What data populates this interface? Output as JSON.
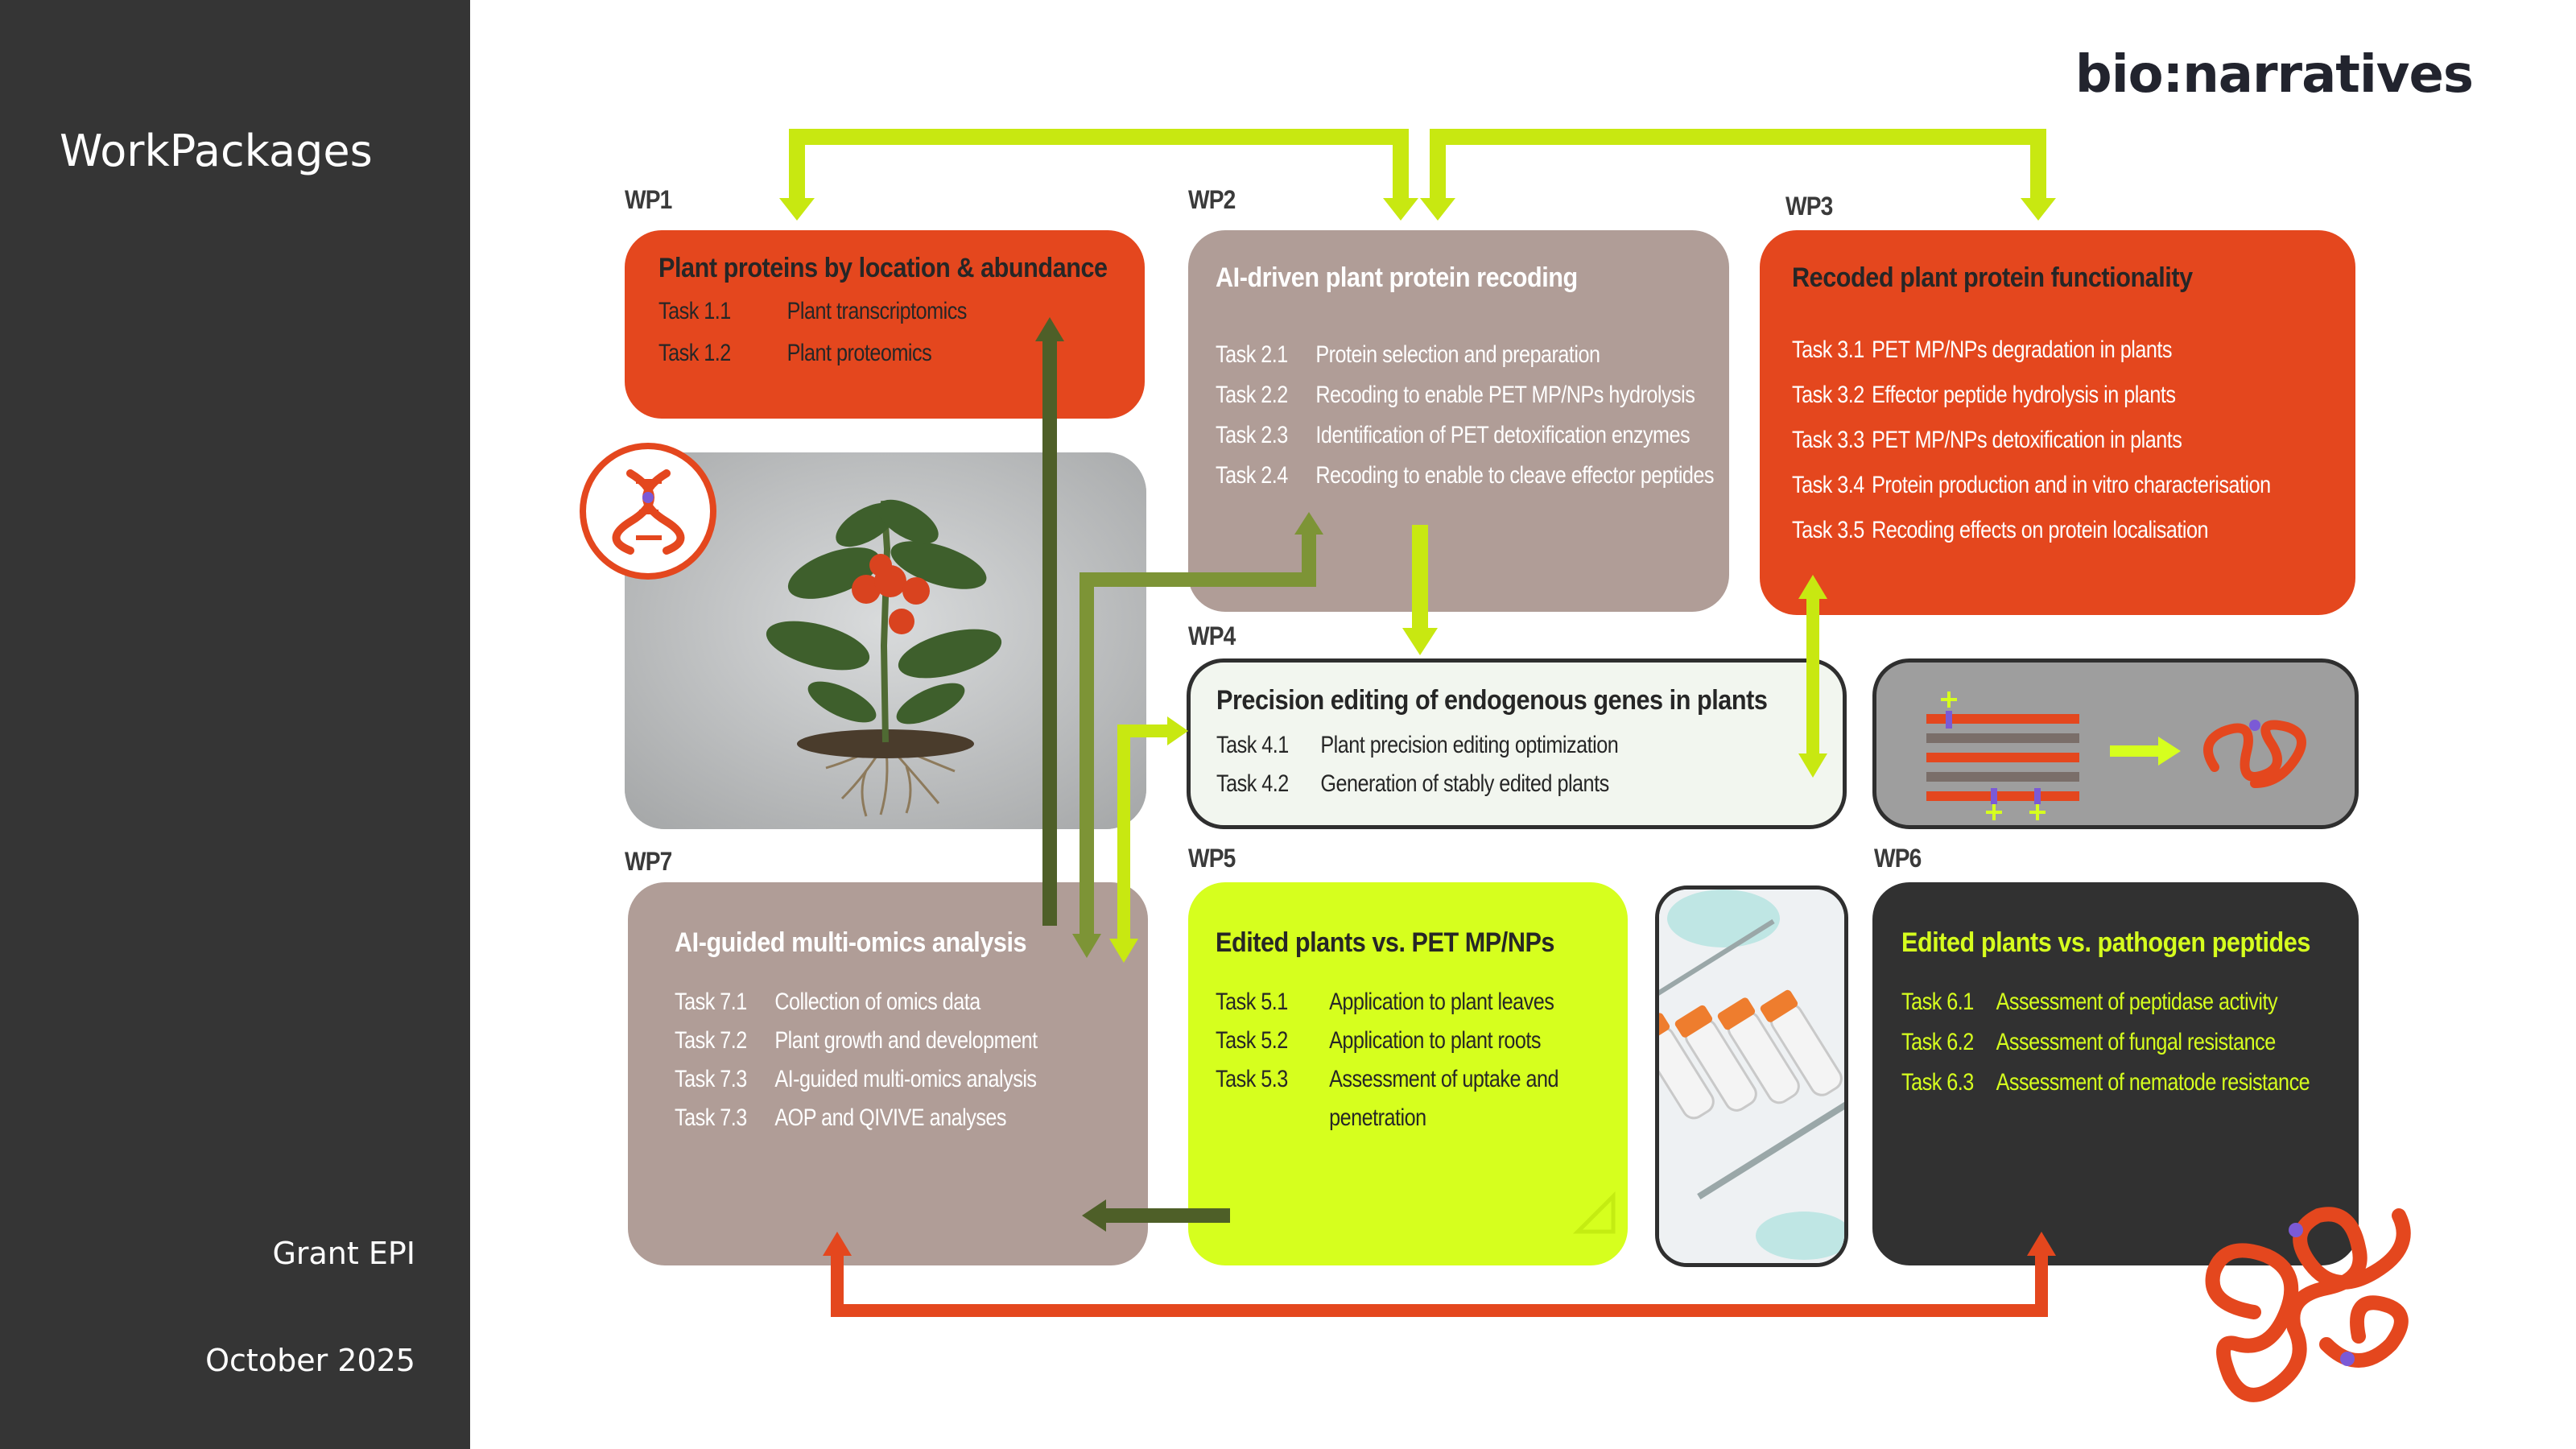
{
  "sidebar": {
    "title": "WorkPackages",
    "grant": "Grant EPI",
    "date": "October 2025"
  },
  "brand": "bio:narratives",
  "colors": {
    "orange": "#e4471e",
    "taupe": "#b09d97",
    "lime": "#d6ff1e",
    "dark": "#313131",
    "arrow_lime": "#c8e811",
    "arrow_olive": "#7d9436",
    "arrow_darkolive": "#4e5f28",
    "arrow_orange": "#e4471e"
  },
  "wp1": {
    "label": "WP1",
    "title": "Plant proteins by location & abundance",
    "tasks": [
      {
        "num": "Task 1.1",
        "text": "Plant transcriptomics"
      },
      {
        "num": "Task 1.2",
        "text": "Plant proteomics"
      }
    ]
  },
  "wp2": {
    "label": "WP2",
    "title": "AI-driven plant protein recoding",
    "tasks": [
      {
        "num": "Task 2.1",
        "text": "Protein selection and  preparation"
      },
      {
        "num": "Task 2.2",
        "text": "Recoding to enable PET MP/NPs hydrolysis"
      },
      {
        "num": "Task 2.3",
        "text": "Identification of PET detoxification enzymes"
      },
      {
        "num": "Task 2.4",
        "text": "Recoding to enable to cleave effector peptides"
      }
    ]
  },
  "wp3": {
    "label": "WP3",
    "title": "Recoded plant protein functionality",
    "tasks": [
      {
        "num": "Task 3.1",
        "text": "PET MP/NPs degradation in plants"
      },
      {
        "num": "Task 3.2",
        "text": "Effector peptide hydrolysis in plants"
      },
      {
        "num": "Task 3.3",
        "text": "PET MP/NPs detoxification in plants"
      },
      {
        "num": "Task 3.4",
        "text": "Protein production and in vitro characterisation"
      },
      {
        "num": "Task 3.5",
        "text": "Recoding effects on protein localisation"
      }
    ]
  },
  "wp4": {
    "label": "WP4",
    "title": "Precision editing of endogenous genes in plants",
    "tasks": [
      {
        "num": "Task 4.1",
        "text": "Plant precision editing optimization"
      },
      {
        "num": "Task 4.2",
        "text": "Generation of stably edited plants"
      }
    ]
  },
  "wp5": {
    "label": "WP5",
    "title": "Edited plants vs. PET MP/NPs",
    "tasks": [
      {
        "num": "Task 5.1",
        "text": "Application to plant leaves"
      },
      {
        "num": "Task 5.2",
        "text": "Application to plant roots"
      },
      {
        "num": "Task 5.3",
        "text": "Assessment of uptake and"
      },
      {
        "num": "",
        "text": "penetration"
      }
    ]
  },
  "wp6": {
    "label": "WP6",
    "title": "Edited plants vs. pathogen peptides",
    "tasks": [
      {
        "num": "Task 6.1",
        "text": "Assessment of peptidase activity"
      },
      {
        "num": "Task 6.2",
        "text": "Assessment of fungal resistance"
      },
      {
        "num": "Task 6.3",
        "text": "Assessment of nematode resistance"
      }
    ]
  },
  "wp7": {
    "label": "WP7",
    "title": "AI-guided multi-omics analysis",
    "tasks": [
      {
        "num": "Task 7.1",
        "text": "Collection of omics data"
      },
      {
        "num": "Task 7.2",
        "text": "Plant growth and development"
      },
      {
        "num": "Task 7.3",
        "text": "AI-guided multi-omics analysis"
      },
      {
        "num": "Task 7.3",
        "text": "AOP and QIVIVE analyses"
      }
    ]
  }
}
